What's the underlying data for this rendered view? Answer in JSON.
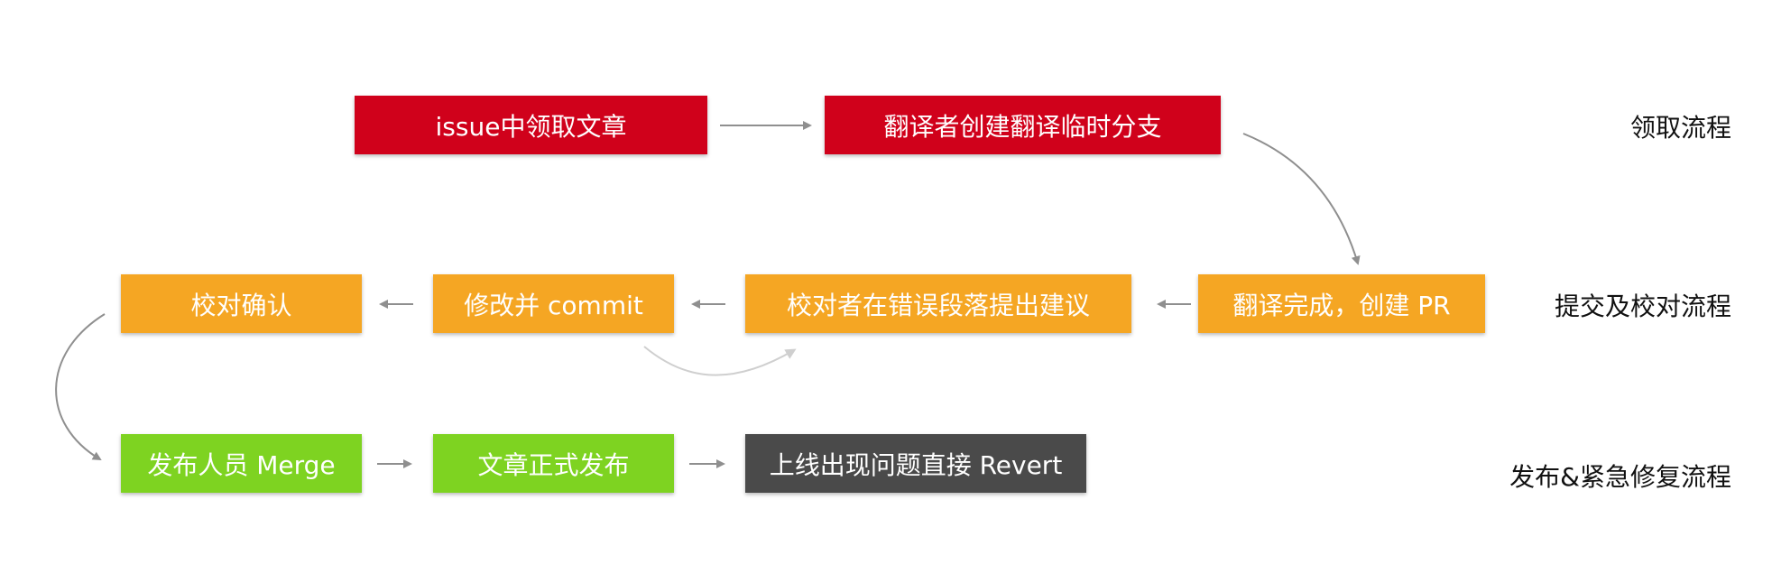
{
  "colors": {
    "claim": "#d0011b",
    "review": "#f5a623",
    "publish": "#7ed321",
    "revert": "#4a4a4a",
    "arrow": "#8f8f8f",
    "arrow_light": "#cfcfcf"
  },
  "stages": {
    "claim": "领取流程",
    "review": "提交及校对流程",
    "publish": "发布&紧急修复流程"
  },
  "nodes": {
    "claim_issue": "issue中领取文章",
    "create_branch": "翻译者创建翻译临时分支",
    "create_pr": "翻译完成，创建 PR",
    "review_suggest": "校对者在错误段落提出建议",
    "edit_commit": "修改并 commit",
    "confirm": "校对确认",
    "merge": "发布人员 Merge",
    "publish_article": "文章正式发布",
    "revert": "上线出现问题直接 Revert"
  }
}
